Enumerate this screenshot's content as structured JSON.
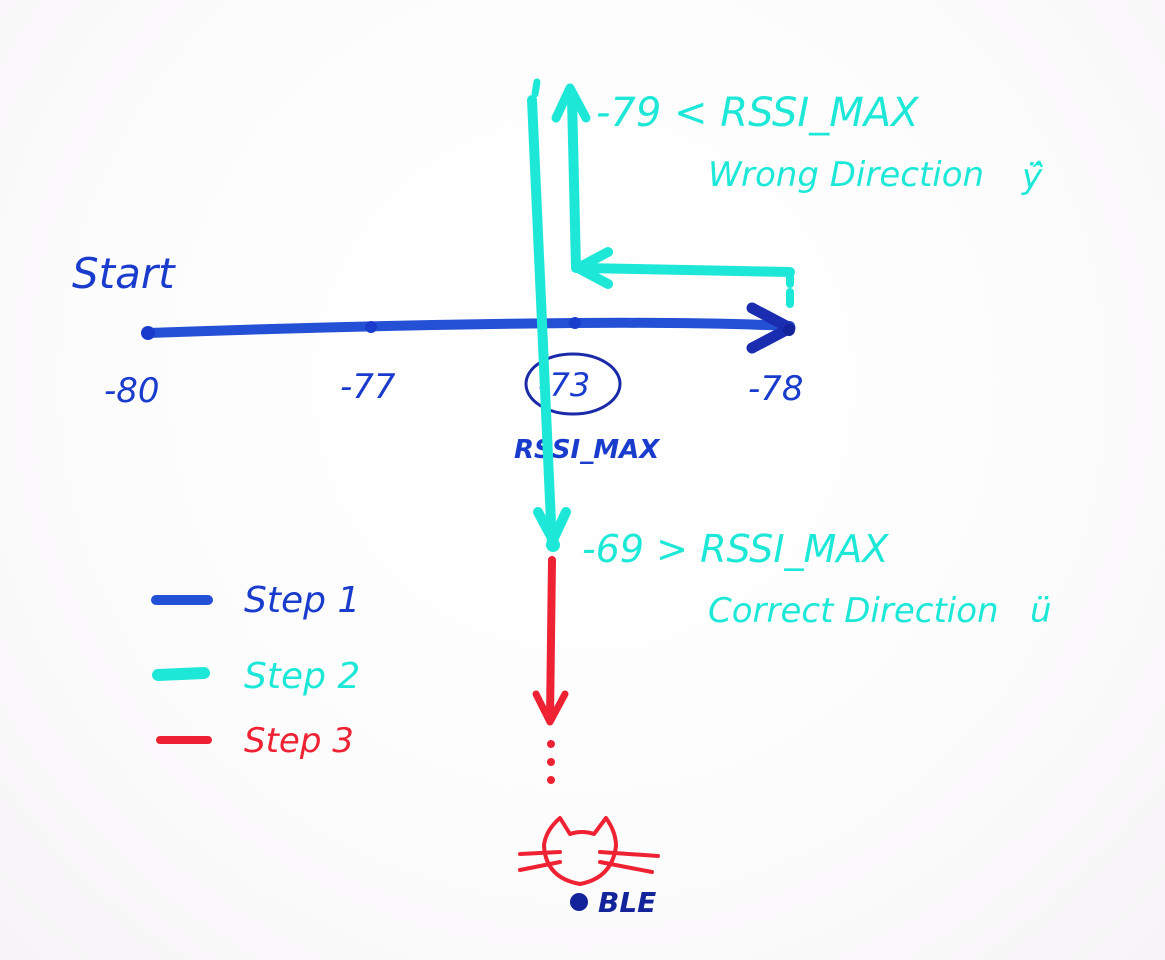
{
  "colors": {
    "step1": "#2450d6",
    "step2": "#1de8d8",
    "step3": "#ee2233",
    "ble_dot": "#13239a"
  },
  "labels": {
    "start": "Start",
    "rssi_values": [
      "-80",
      "-77",
      "-73",
      "-78"
    ],
    "rssi_max_label": "RSSI_MAX",
    "wrong_value": "-79 < RSSI_MAX",
    "wrong_note": "Wrong Direction",
    "wrong_emoticon": "ÿ̂",
    "correct_value": "-69 > RSSI_MAX",
    "correct_note": "Correct Direction",
    "correct_emoticon": "ü",
    "ble": "BLE",
    "ellipsis": "⋮"
  },
  "legend": [
    {
      "label": "Step 1",
      "color": "#2450d6"
    },
    {
      "label": "Step 2",
      "color": "#1de8d8"
    },
    {
      "label": "Step 3",
      "color": "#ee2233"
    }
  ]
}
